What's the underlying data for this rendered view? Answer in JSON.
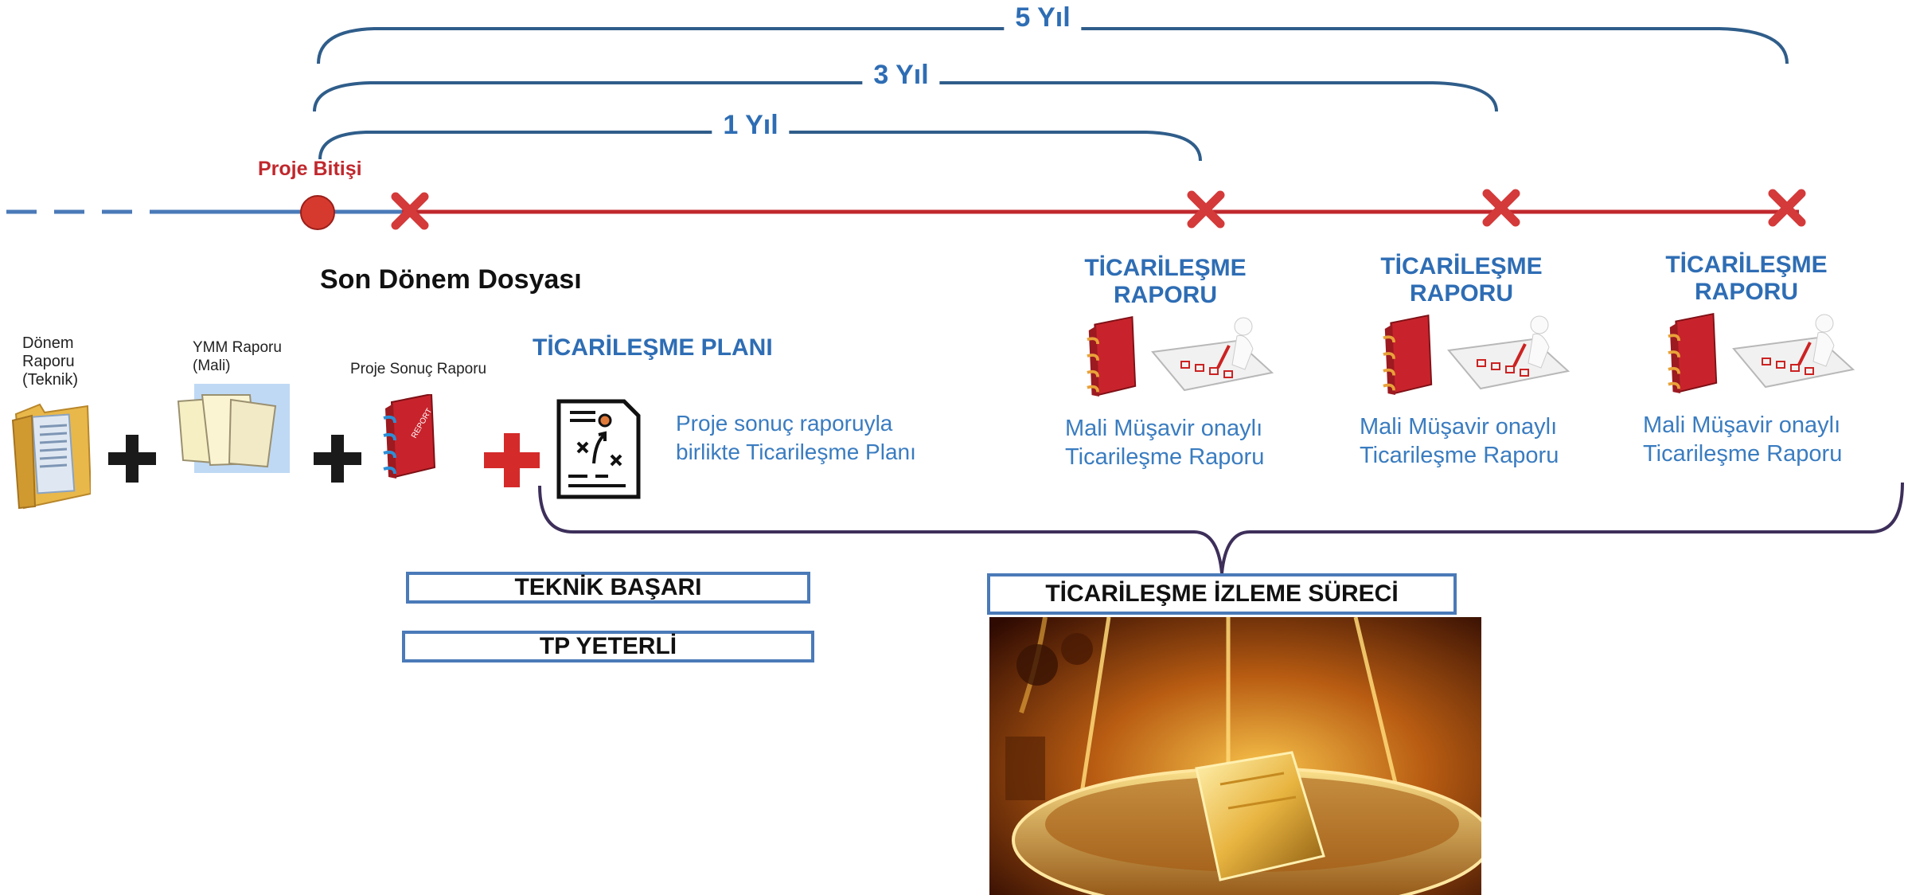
{
  "timeline": {
    "brace_5": "5 Yıl",
    "brace_3": "3 Yıl",
    "brace_1": "1 Yıl",
    "project_end": "Proje Bitişi",
    "colors": {
      "blue": "#2e6db4",
      "red": "#c0282d",
      "dashed": "#4a7ab8"
    }
  },
  "final_file": {
    "title": "Son Dönem Dosyası",
    "doc1": "Dönem\nRaporu\n(Teknik)",
    "doc2": "YMM Raporu\n(Mali)",
    "doc3": "Proje Sonuç Raporu",
    "icons": [
      "folder-icon",
      "papers-folder-icon",
      "report-book-icon",
      "strategy-plan-icon"
    ]
  },
  "plan": {
    "title": "TİCARİLEŞME PLANI",
    "description": "Proje sonuç raporuyla\nbirlikte Ticarileşme Planı"
  },
  "commercialization_reports": [
    {
      "title": "TİCARİLEŞME\nRAPORU",
      "description": "Mali Müşavir onaylı\nTicarileşme Raporu"
    },
    {
      "title": "TİCARİLEŞME\nRAPORU",
      "description": "Mali Müşavir onaylı\nTicarileşme Raporu"
    },
    {
      "title": "TİCARİLEŞME\nRAPORU",
      "description": "Mali Müşavir onaylı\nTicarileşme Raporu"
    }
  ],
  "status": {
    "technical_success": "TEKNİK BAŞARI",
    "tp_sufficient": "TP YETERLİ",
    "monitoring": "TİCARİLEŞME İZLEME SÜRECİ"
  }
}
